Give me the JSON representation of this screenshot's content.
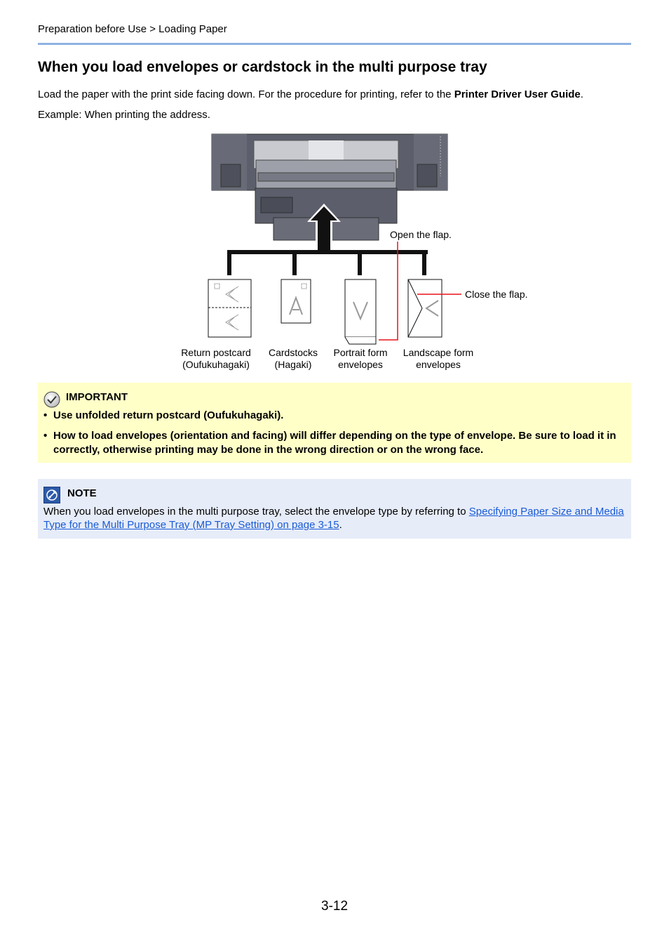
{
  "breadcrumb": "Preparation before Use > Loading Paper",
  "title": "When you load envelopes or cardstock in the multi purpose tray",
  "intro": {
    "text_before": "Load the paper with the print side facing down. For the procedure for printing, refer to the ",
    "bold": "Printer Driver User Guide",
    "text_after": "."
  },
  "example": "Example: When printing the address.",
  "figure": {
    "open_flap": "Open the flap.",
    "close_flap": "Close the flap.",
    "items": [
      {
        "line1": "Return postcard",
        "line2": "(Oufukuhagaki)"
      },
      {
        "line1": "Cardstocks",
        "line2": "(Hagaki)"
      },
      {
        "line1": "Portrait form",
        "line2": "envelopes"
      },
      {
        "line1": "Landscape form",
        "line2": "envelopes"
      }
    ]
  },
  "important": {
    "heading": "IMPORTANT",
    "icon": "checkmark-circle-icon",
    "bullets": [
      "Use unfolded return postcard (Oufukuhagaki).",
      "How to load envelopes (orientation and facing) will differ depending on the type of envelope. Be sure to load it in correctly, otherwise printing may be done in the wrong direction or on the wrong face."
    ]
  },
  "note": {
    "heading": "NOTE",
    "icon": "note-icon",
    "text": "When you load envelopes in the multi purpose tray, select the envelope type by referring to ",
    "link": "Specifying Paper Size and Media Type for the Multi Purpose Tray (MP Tray Setting) on page 3-15",
    "after": "."
  },
  "page_number": "3-12",
  "colors": {
    "header_rule": "#8fb3e3",
    "important_bg": "#ffffc8",
    "note_bg": "#e6ecf8",
    "link": "#1a5bd6",
    "callout": "#e8141c"
  }
}
